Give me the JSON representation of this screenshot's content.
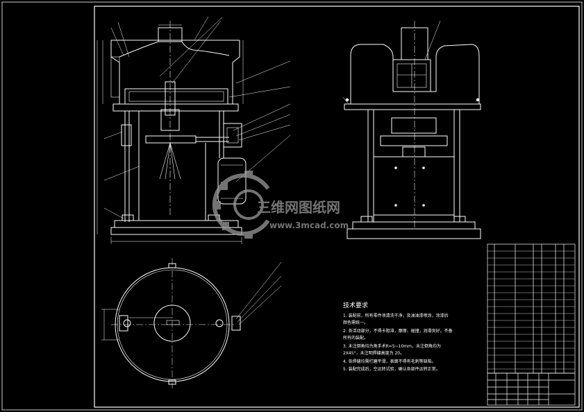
{
  "drawing": {
    "colors": {
      "background": "#000000",
      "line": "#ffffff",
      "accent_line": "#d4d4d4",
      "watermark": "#9a9a9a"
    }
  },
  "technical_requirements": {
    "heading": "技术要求",
    "lines": [
      "1. 装配前，所有零件须清洗干净，及油油漆喷涂，涂漆后",
      "   颜色需统一。",
      "2. 各活动部分，不得卡阻滞，摩擦、碰撞，润滑良好。齐备",
      "   所有的装配。",
      "3. 未注倒角均为角手术R=5~10mm，未注倒角均为",
      "   2X45°，未注明焊缝高度为 20。",
      "4. 各焊缝均需打磨平滑，表面不得有毛刺等缺陷。",
      "5. 装配完成后，空运转试验，确认各部件运转正常。"
    ]
  },
  "watermark": {
    "brand": "三维网图纸网",
    "url": "www.3mcad.com"
  }
}
